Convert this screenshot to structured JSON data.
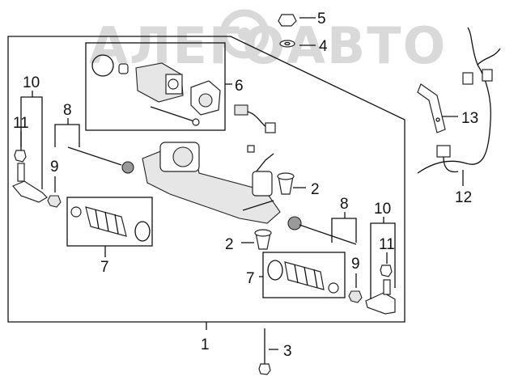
{
  "watermark": "АЛЕГОАВТО",
  "callouts": {
    "c1": "1",
    "c2a": "2",
    "c2b": "2",
    "c3": "3",
    "c4": "4",
    "c5": "5",
    "c6": "6",
    "c7a": "7",
    "c7b": "7",
    "c8a": "8",
    "c8b": "8",
    "c9a": "9",
    "c9b": "9",
    "c10a": "10",
    "c10b": "10",
    "c11a": "11",
    "c11b": "11",
    "c12": "12",
    "c13": "13"
  },
  "colors": {
    "line": "#111111",
    "watermark": "#d9d9d9",
    "fill": "#ffffff"
  }
}
